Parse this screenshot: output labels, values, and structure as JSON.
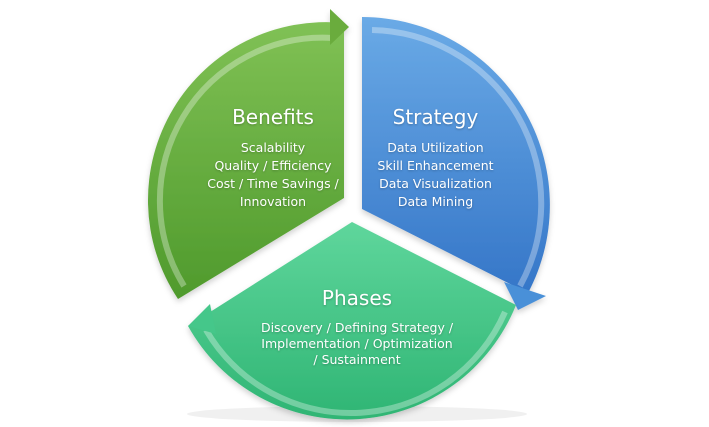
{
  "segments": {
    "benefits": {
      "title": "Benefits",
      "items": [
        "Scalability",
        "Quality / Efficiency",
        "Cost / Time Savings /",
        "Innovation"
      ],
      "color": "#6aac3e"
    },
    "strategy": {
      "title": "Strategy",
      "items": [
        "Data Utilization",
        "Skill Enhancement",
        "Data Visualization",
        "Data Mining"
      ],
      "color": "#4a90d8"
    },
    "phases": {
      "title": "Phases",
      "items": [
        "Discovery / Defining Strategy /",
        "Implementation / Optimization",
        "/ Sustainment"
      ],
      "color": "#44c78a"
    }
  }
}
